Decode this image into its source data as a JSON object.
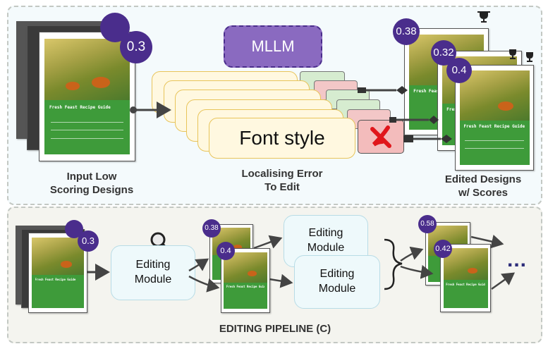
{
  "top": {
    "mllm_label": "MLLM",
    "input_caption": "Input Low\nScoring Designs",
    "localise_caption": "Localising Error\nTo Edit",
    "edited_caption": "Edited Designs\nw/ Scores",
    "input_score": "0.3",
    "font_style_label": "Font style",
    "edited_scores": [
      "0.38",
      "0.32",
      "0.4"
    ]
  },
  "bottom": {
    "input_score": "0.3",
    "editing_module_label": "Editing\nModule",
    "mid_scores": [
      "0.38",
      "0.4"
    ],
    "module_a_label": "Editing\nModule",
    "module_b_label": "Editing\nModule",
    "out_scores": [
      "0.58",
      "0.42"
    ],
    "ellipsis": "...",
    "pipeline_caption": "EDITING PIPELINE (C)"
  },
  "poster_title": "Fresh Feast Recipe Guide",
  "icons": [
    "trophy-icon",
    "magnifier-icon",
    "red-cross-icon"
  ],
  "colors": {
    "badge": "#4a2d8c",
    "mllm_fill": "#8a6ac0",
    "card_fill": "#fff8e0",
    "card_border": "#e8c45a",
    "module_fill": "#eef9fb",
    "poster_green": "#3e9b3a"
  }
}
